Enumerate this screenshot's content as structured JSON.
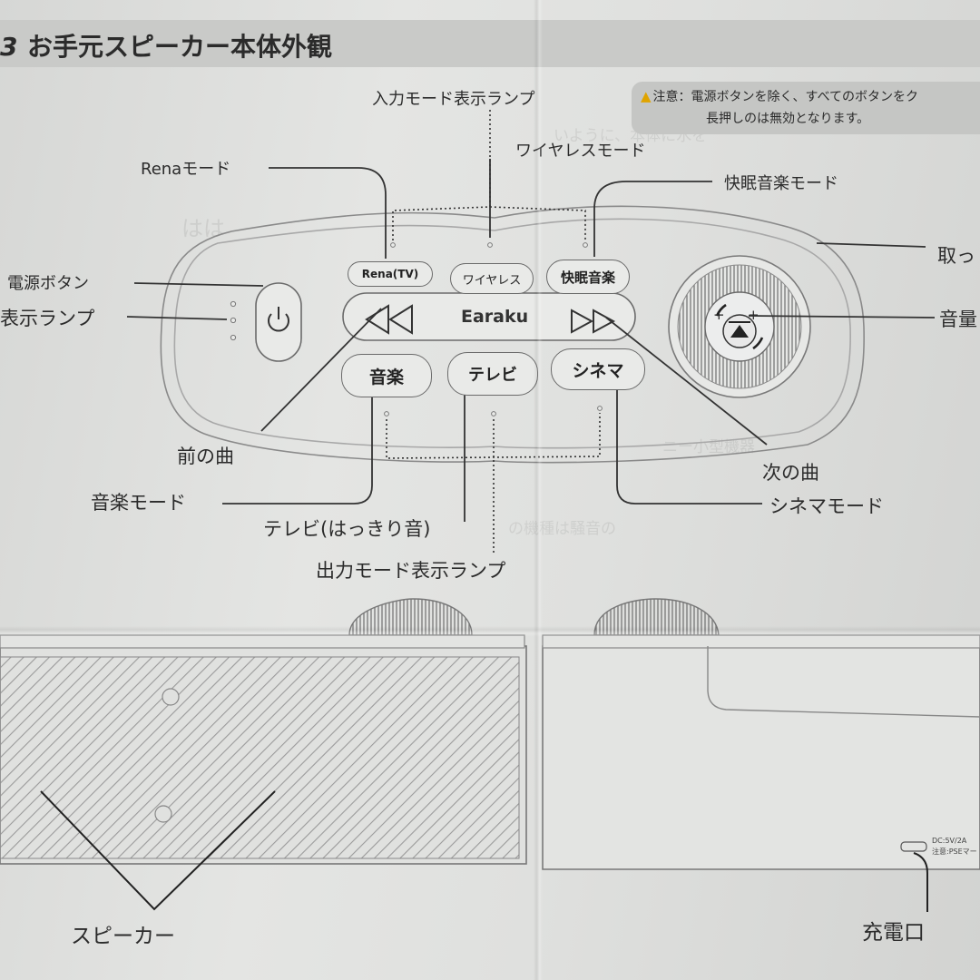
{
  "header": {
    "section_number": "3",
    "title": "お手元スピーカー本体外観"
  },
  "notice": {
    "line1": "注意：電源ボタンを除く、すべてのボタンをク",
    "line2": "長押しのは無効となります。",
    "icon": "warning-icon",
    "icon_color": "#e0a400"
  },
  "labels": {
    "input_lamp": "入力モード表示ランプ",
    "wireless_mode": "ワイヤレスモード",
    "rena_mode": "Renaモード",
    "sleep_mode": "快眠音楽モード",
    "handle": "取っ",
    "power_button": "電源ボタン",
    "display_lamp": "表示ランプ",
    "volume": "音量",
    "prev_track": "前の曲",
    "next_track": "次の曲",
    "music_mode": "音楽モード",
    "cinema_mode": "シネマモード",
    "tv_mode": "テレビ(はっきり音)",
    "output_lamp": "出力モード表示ランプ",
    "speaker": "スピーカー",
    "charge_port": "充電口"
  },
  "device": {
    "btn_rena": "Rena(TV)",
    "btn_wireless": "ワイヤレス",
    "btn_sleep": "快眠音楽",
    "btn_music": "音楽",
    "btn_tv": "テレビ",
    "btn_cinema": "シネマ",
    "brand": "Earaku",
    "dc_label": "DC:5V/2A",
    "dc_note": "注意:PSEマー"
  }
}
